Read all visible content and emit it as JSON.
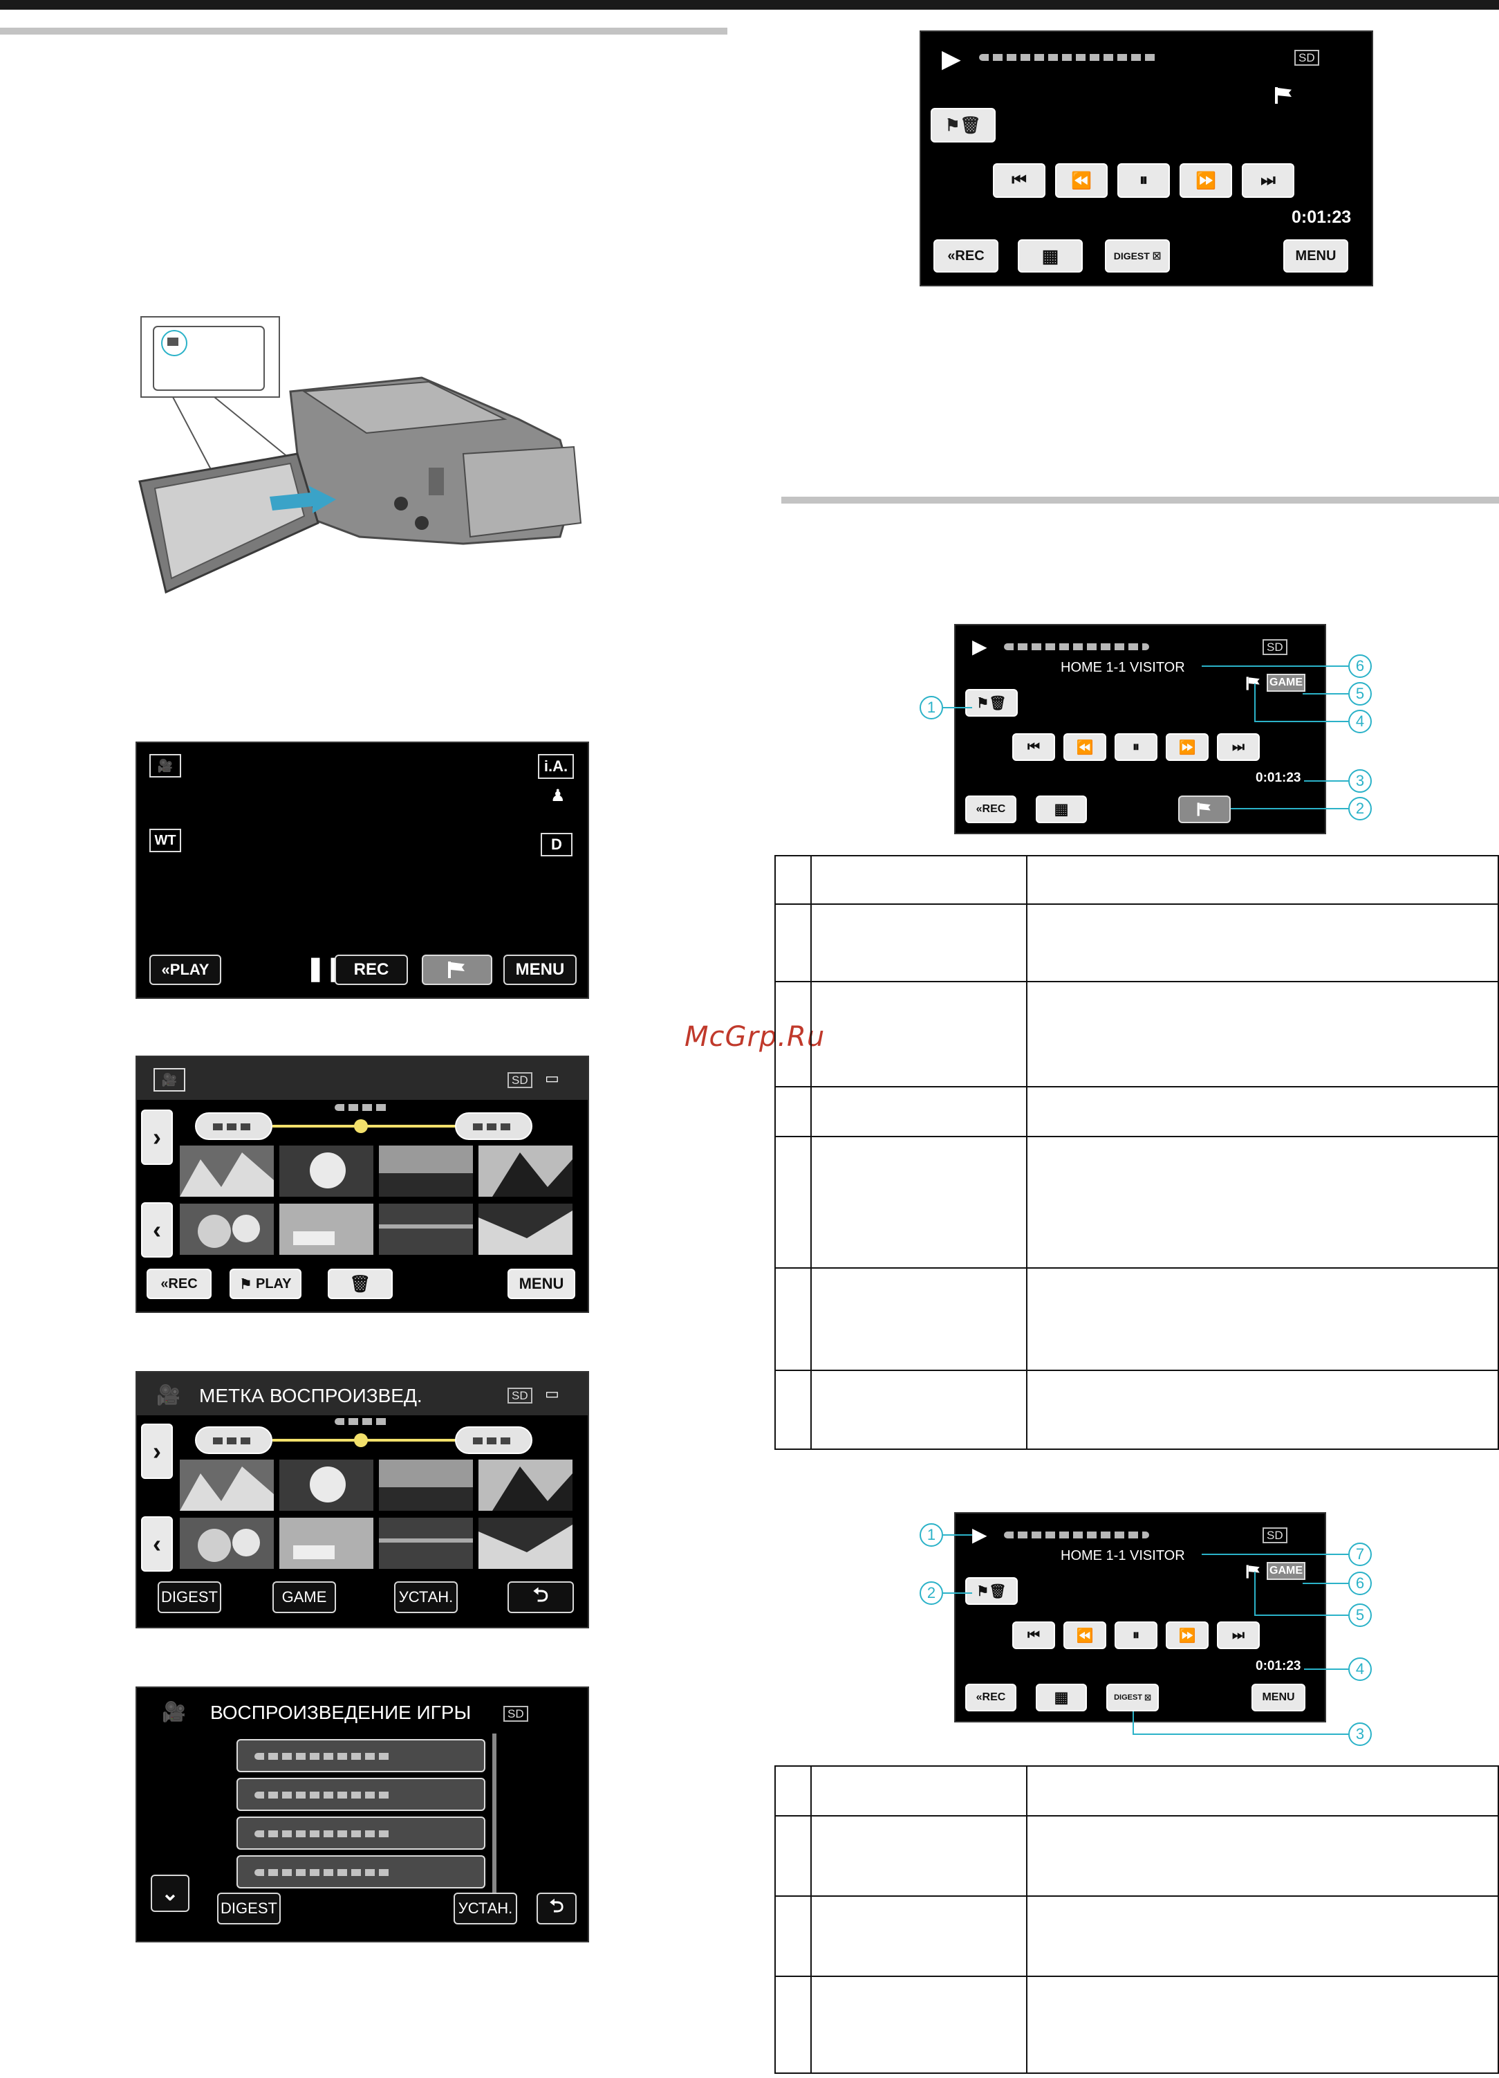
{
  "watermark": "McGrp.Ru",
  "playback_screen": {
    "sd": "SD",
    "time": "0:01:23",
    "rec_label": "«REC",
    "digest_label": "DIGEST",
    "menu_label": "MENU"
  },
  "record_screen": {
    "ia_label": "i.A.",
    "wt_label": "WT",
    "d_label": "D",
    "play_label": "«PLAY",
    "rec_label": "REC",
    "menu_label": "MENU"
  },
  "index_screen": {
    "sd": "SD",
    "rec_label": "«REC",
    "play_label": "PLAY",
    "menu_label": "MENU"
  },
  "tag_screen": {
    "title": "МЕТКА ВОСПРОИЗВЕД.",
    "sd": "SD",
    "digest_label": "DIGEST",
    "game_label": "GAME",
    "setup_label": "УСТАН."
  },
  "game_screen": {
    "title": "ВОСПРОИЗВЕДЕНИЕ ИГРЫ",
    "sd": "SD",
    "digest_label": "DIGEST",
    "setup_label": "УСТАН."
  },
  "diagram1": {
    "sd": "SD",
    "score_text": "HOME  1-1  VISITOR",
    "game_badge": "GAME",
    "time": "0:01:23",
    "rec_label": "«REC",
    "callouts": [
      "1",
      "2",
      "3",
      "4",
      "5",
      "6"
    ]
  },
  "diagram2": {
    "sd": "SD",
    "score_text": "HOME  1-1  VISITOR",
    "game_badge": "GAME",
    "time": "0:01:23",
    "rec_label": "«REC",
    "digest_label": "DIGEST",
    "menu_label": "MENU",
    "callouts": [
      "1",
      "2",
      "3",
      "4",
      "5",
      "6",
      "7"
    ]
  }
}
